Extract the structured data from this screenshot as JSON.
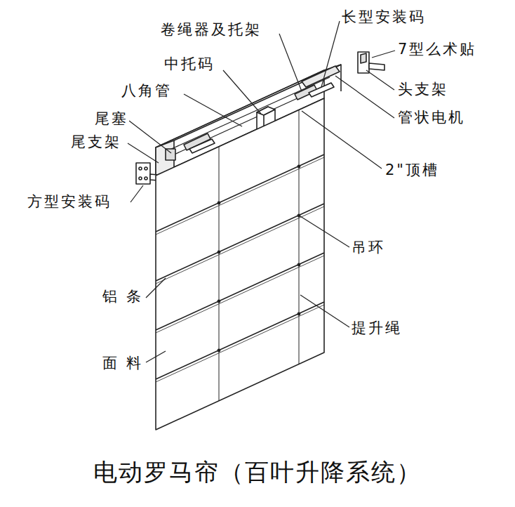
{
  "diagram": {
    "caption": "电动罗马帘（百叶升降系统）",
    "labels": [
      "卷绳器及托架",
      "长型安装码",
      "7型么术贴",
      "中托码",
      "头支架",
      "八角管",
      "管状电机",
      "尾塞",
      "尾支架",
      "2\"顶槽",
      "方型安装码",
      "吊环",
      "铝 条",
      "提升绳",
      "面 料"
    ]
  }
}
